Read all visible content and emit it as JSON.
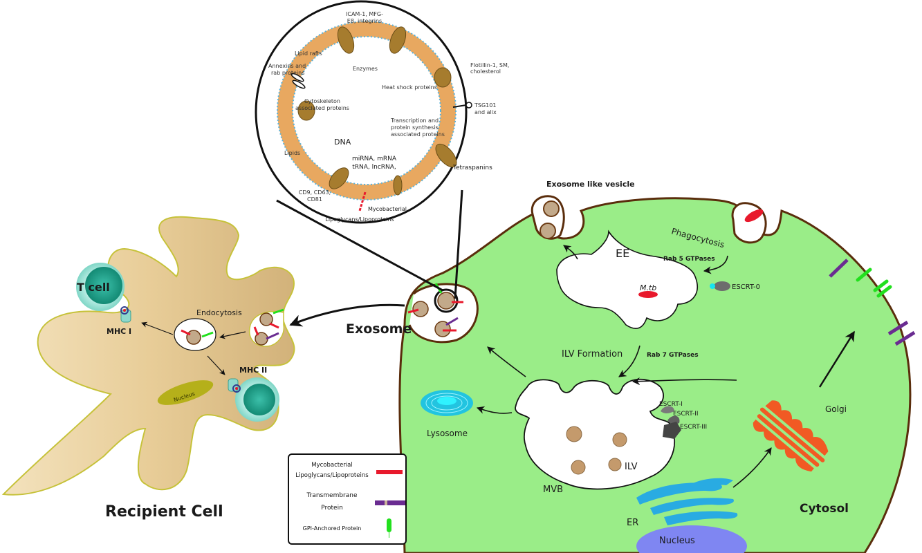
{
  "exosome_inset": {
    "labels": {
      "icam": "ICAM-1, MFG-E8, integrins",
      "icam_line1": "ICAM-1, MFG-",
      "icam_line2": "E8, integrins",
      "lipid_rafts": "Lipid rafts",
      "annexins_line1": "Annexins and",
      "annexins_line2": "rab proteins",
      "enzymes": "Enzymes",
      "flotillin_line1": "Flotillin-1, SM,",
      "flotillin_line2": "cholesterol",
      "heat_shock": "Heat shock proteins",
      "cytoskeleton_line1": "Cytoskeleton",
      "cytoskeleton_line2": "associated proteins",
      "tsg_line1": "TSG101",
      "tsg_line2": "and alix",
      "transcription_line1": "Transcription and",
      "transcription_line2": "protein synthesis",
      "transcription_line3": "associated proteins",
      "dna": "DNA",
      "lipids": "Lipids",
      "tetraspanins": "Tetraspanins",
      "rna_line1": "miRNA, mRNA",
      "rna_line2": "tRNA, lncRNA,",
      "cd_line1": "CD9, CD63,",
      "cd_line2": "CD81",
      "myco_line1": "Mycobacterial",
      "myco_line2": "Lipoglycans/Lipoproteins"
    }
  },
  "recipient_cell": {
    "title": "Recipient Cell",
    "t_cell": "T cell",
    "mhc1": "MHC I",
    "mhc2": "MHC II",
    "endocytosis": "Endocytosis",
    "nucleus": "Nucleus"
  },
  "exosome_label": "Exosome",
  "donor_cell": {
    "exosome_like_vesicle": "Exosome like vesicle",
    "phagocytosis": "Phagocytosis",
    "ee": "EE",
    "rab5": "Rab 5 GTPases",
    "mtb": "M.tb",
    "escrt0": "ESCRT-0",
    "ilv_formation": "ILV Formation",
    "rab7": "Rab 7 GTPases",
    "escrt1": "ESCRT-I",
    "escrt2": "ESCRT-II",
    "escrt3": "ESCRT-III",
    "lysosome": "Lysosome",
    "ilv": "ILV",
    "mvb": "MVB",
    "golgi": "Golgi",
    "er": "ER",
    "nucleus": "Nucleus",
    "cytosol": "Cytosol"
  },
  "legend": {
    "items": [
      {
        "label_line1": "Mycobacterial",
        "label_line2": "Lipoglycans/Lipoproteins",
        "symbol": "red-bar",
        "color": "#e8192c"
      },
      {
        "label_line1": "Transmembrane",
        "label_line2": "Protein",
        "symbol": "purple-bar",
        "color": "#6a2c91"
      },
      {
        "label_line1": "GPI-Anchored Protein",
        "label_line2": "",
        "symbol": "green-pin",
        "color": "#22e01e"
      }
    ]
  },
  "colors": {
    "cytosol": "#9aed88",
    "recipient_cell": "#e3c48e",
    "membrane_brown": "#5a2d0c",
    "lipoglycan_red": "#e8192c",
    "transmembrane_purple": "#6a2c91",
    "gpi_green": "#22e01e",
    "golgi": "#f15a24",
    "er": "#29abe2",
    "nucleus_donor": "#7f86f2",
    "nucleus_recipient": "#b5b01a",
    "tcell": "#1ea08a",
    "lysosome": "#22c4e0"
  }
}
